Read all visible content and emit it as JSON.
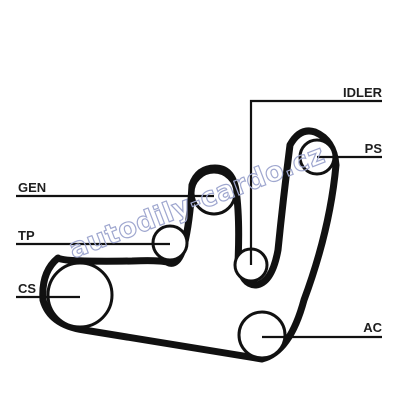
{
  "diagram": {
    "labels": {
      "idler": "IDLER",
      "ps": "PS",
      "gen": "GEN",
      "tp": "TP",
      "cs": "CS",
      "ac": "AC"
    },
    "watermark": "autodily-cardo.cz",
    "colors": {
      "belt": "#111111",
      "text": "#1e1e1e",
      "watermark": "#9fa7cf",
      "background": "#ffffff"
    }
  }
}
